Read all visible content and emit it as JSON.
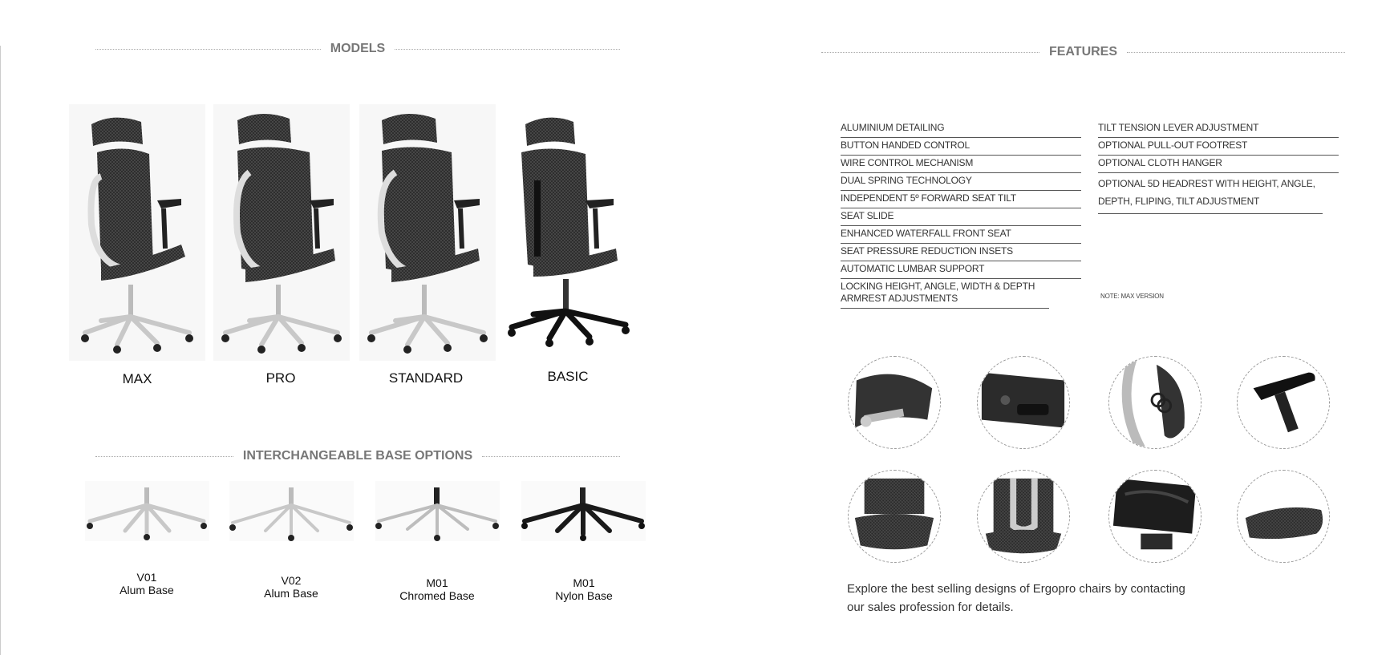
{
  "models": {
    "title": "MODELS",
    "items": [
      {
        "name": "MAX"
      },
      {
        "name": "PRO"
      },
      {
        "name": "STANDARD"
      },
      {
        "name": "BASIC"
      }
    ]
  },
  "bases": {
    "title": "INTERCHANGEABLE BASE OPTIONS",
    "items": [
      {
        "code": "V01",
        "desc": "Alum Base"
      },
      {
        "code": "V02",
        "desc": "Alum Base"
      },
      {
        "code": "M01",
        "desc": "Chromed Base"
      },
      {
        "code": "M01",
        "desc": "Nylon Base"
      }
    ]
  },
  "features": {
    "title": "FEATURES",
    "left": [
      "ALUMINIUM DETAILING",
      "BUTTON HANDED CONTROL",
      "WIRE CONTROL MECHANISM",
      "DUAL SPRING TECHNOLOGY",
      "INDEPENDENT 5º FORWARD SEAT TILT",
      "SEAT SLIDE",
      "ENHANCED WATERFALL FRONT SEAT",
      "SEAT PRESSURE REDUCTION INSETS",
      "AUTOMATIC LUMBAR SUPPORT",
      "LOCKING HEIGHT, ANGLE, WIDTH & DEPTH ARMREST ADJUSTMENTS"
    ],
    "right": [
      "TILT TENSION LEVER ADJUSTMENT",
      "OPTIONAL PULL-OUT FOOTREST",
      "OPTIONAL CLOTH HANGER",
      "OPTIONAL 5D HEADREST WITH HEIGHT, ANGLE, DEPTH, FLIPING, TILT ADJUSTMENT"
    ],
    "note": "NOTE: MAX VERSION"
  },
  "explore": {
    "text": "Explore the best selling designs of Ergopro chairs by contacting our sales profession for details."
  }
}
